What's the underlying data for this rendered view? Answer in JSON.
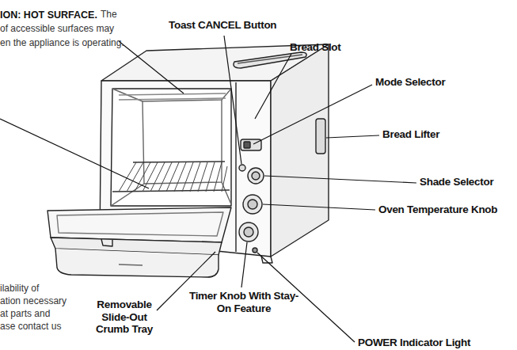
{
  "diagram": {
    "labels": [
      "ION: HOT SURFACE.",
      "The",
      "of accessible surfaces may",
      "en the appliance is operating.",
      "ilability of",
      "ation necessary",
      "at parts and",
      "ase contact us",
      "Toast CANCEL Button",
      "Bread Slot",
      "Mode Selector",
      "Bread Lifter",
      "Shade Selector",
      "Oven Temperature Knob",
      "Removable Slide-Out Crumb Tray",
      "Timer Knob With Stay-On Feature",
      "POWER Indicator Light"
    ]
  }
}
